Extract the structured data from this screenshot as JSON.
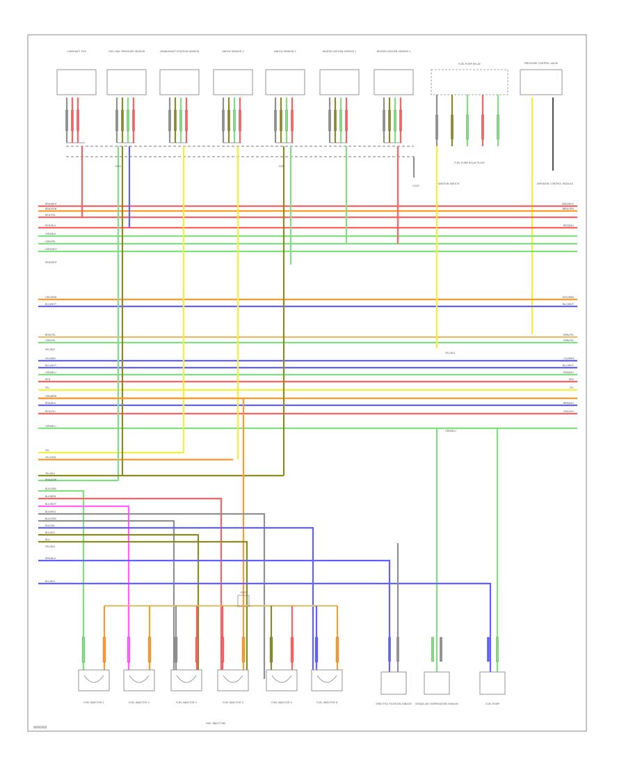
{
  "diagram": {
    "footer_code": "W000000",
    "group_label": "FUEL INJECTORS",
    "ground_label": "G100",
    "splice_labels": [
      "S201",
      "S202",
      "S203"
    ],
    "top_components": [
      "CAMSHAFT POS",
      "FUEL RAIL PRESSURE SENSOR",
      "CRANKSHAFT POSITION SENSOR",
      "KNOCK SENSOR 1",
      "KNOCK SENSOR 2",
      "HEATED OXYGEN SENSOR 1",
      "HEATED OXYGEN SENSOR 2",
      "FUEL PUMP RELAY",
      "PRESSURE CONTROL VALVE"
    ],
    "right_notes": [
      "FUEL PUMP RELAY PLATE",
      "EMISSION CONTROL MODULE",
      "IGNITION SWITCH"
    ],
    "left_wire_labels": [
      "BRN/WHT",
      "BRN/GRN",
      "RED/YEL",
      "RED/BLU",
      "GRN/BLK",
      "GRN/YEL",
      "GRN/WHT",
      "RED/WHT",
      "ORG/BRN",
      "BLU/WHT",
      "BRN/YEL",
      "GRN/YEL",
      "YEL/BLU",
      "VIO/BRN",
      "BLU/WHT",
      "GRN/BLU",
      "RED",
      "YEL",
      "GRN/BRN",
      "BRN/BLU",
      "RED/VIO",
      "GRN/BLU",
      "YEL",
      "YEL/GRN",
      "YEL/BLU",
      "BRN/GRN",
      "BLK/GRN",
      "BLK/BRN",
      "BLK/WHT",
      "BLK/RED",
      "BLK/GRN",
      "BLK/YEL",
      "BLU/VIO",
      "BLU",
      "YEL/BLU",
      "BRN/BLU",
      "BLU/BLK"
    ],
    "right_wire_labels": [
      "BRN/WHT",
      "BRN/GRN",
      "RED/BLU",
      "ORG/BRN",
      "BLU/WHT",
      "BRN/YEL",
      "GRN/YEL",
      "VIO/BRN",
      "BLU/WHT",
      "GRN/BLU",
      "RED",
      "YEL",
      "BRN/BLU",
      "RED/VIO"
    ],
    "mid_wire_labels": [
      "YEL/BLU",
      "GRN/BLU"
    ],
    "injectors": [
      "FUEL INJECTOR 1",
      "FUEL INJECTOR 2",
      "FUEL INJECTOR 3",
      "FUEL INJECTOR 4",
      "FUEL INJECTOR 5",
      "FUEL INJECTOR 6"
    ],
    "bottom_components": [
      "THROTTLE POSITION SENSOR",
      "INTAKE AIR TEMPERATURE SENSOR",
      "FUEL PUMP"
    ],
    "colors": {
      "red": "#ff6060",
      "orange": "#ff9a2a",
      "yellow": "#f5ef3a",
      "green": "#7ee07e",
      "blue": "#6060ff",
      "olive": "#8a8a20",
      "violet": "#ff60ff",
      "tan": "#e0c070",
      "gray": "#909090"
    }
  }
}
